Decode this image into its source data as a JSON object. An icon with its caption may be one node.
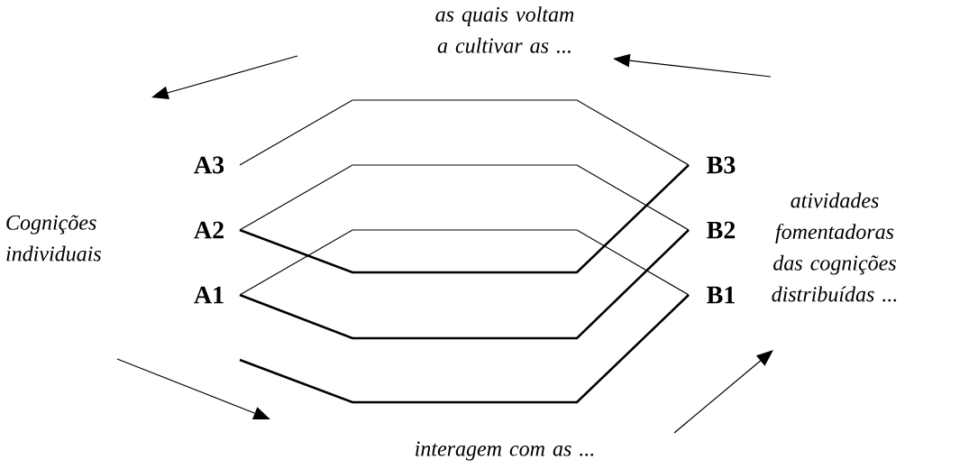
{
  "diagram": {
    "labels": [
      "as quais voltam a cultivar as ...",
      "A3",
      "B3",
      "Cognições individuais",
      "A2",
      "B2",
      "atividades fomentadoras das cognições distribuídas ...",
      "A1",
      "B1",
      "interagem com as ..."
    ]
  }
}
